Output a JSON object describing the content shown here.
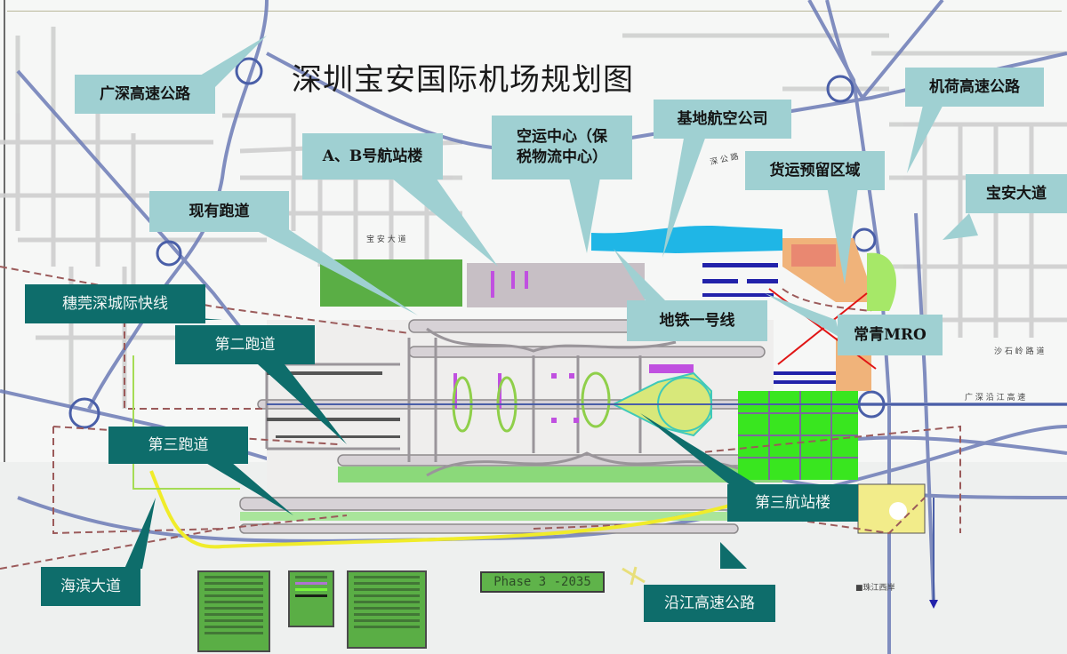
{
  "map": {
    "title": "深圳宝安国际机场规划图",
    "phase_label": "Phase 3 -2035",
    "callouts_light": {
      "guangshen_expressway": "广深高速公路",
      "terminal_ab": "A、B号航站楼",
      "existing_runway": "现有跑道",
      "air_cargo_center": "空运中心（保税物流中心）",
      "air_cargo_center_line1": "空运中心（保",
      "air_cargo_center_line2": "税物流中心）",
      "base_airline": "基地航空公司",
      "cargo_reserved_area": "货运预留区域",
      "jihe_expressway": "机荷高速公路",
      "baoan_avenue": "宝安大道",
      "metro_line_1": "地铁一号线",
      "changqing_mro": "常青MRO"
    },
    "callouts_dark": {
      "suiguan_intercity": "穗莞深城际快线",
      "second_runway": "第二跑道",
      "third_runway": "第三跑道",
      "binhai_avenue": "海滨大道",
      "terminal_3": "第三航站楼",
      "yanjiang_expressway": "沿江高速公路"
    },
    "road_labels": {
      "baoan_avenue_small": "宝 安 大 道",
      "shenzhen_road_small": "深 公 路",
      "guangshen_coastal_small": "广 深 沿 江 高 速",
      "right_minor_road": "沙 石 岭 路 道",
      "pearl_river_west": "■珠江西岸"
    },
    "colors": {
      "callout_light": "#9fd0d2",
      "callout_dark": "#0e6d6b",
      "water": "#1fb6e6",
      "green_zone": "#5aae45",
      "bright_green": "#39e61f",
      "runway_gray": "#c9c3c7",
      "road_blue": "#4a5fa8",
      "dashed_boundary": "#9b5a5a",
      "mro_cross": "#e01515",
      "highway_yellow": "#f0ec2a",
      "cargo_orange": "#f0b37a"
    }
  }
}
